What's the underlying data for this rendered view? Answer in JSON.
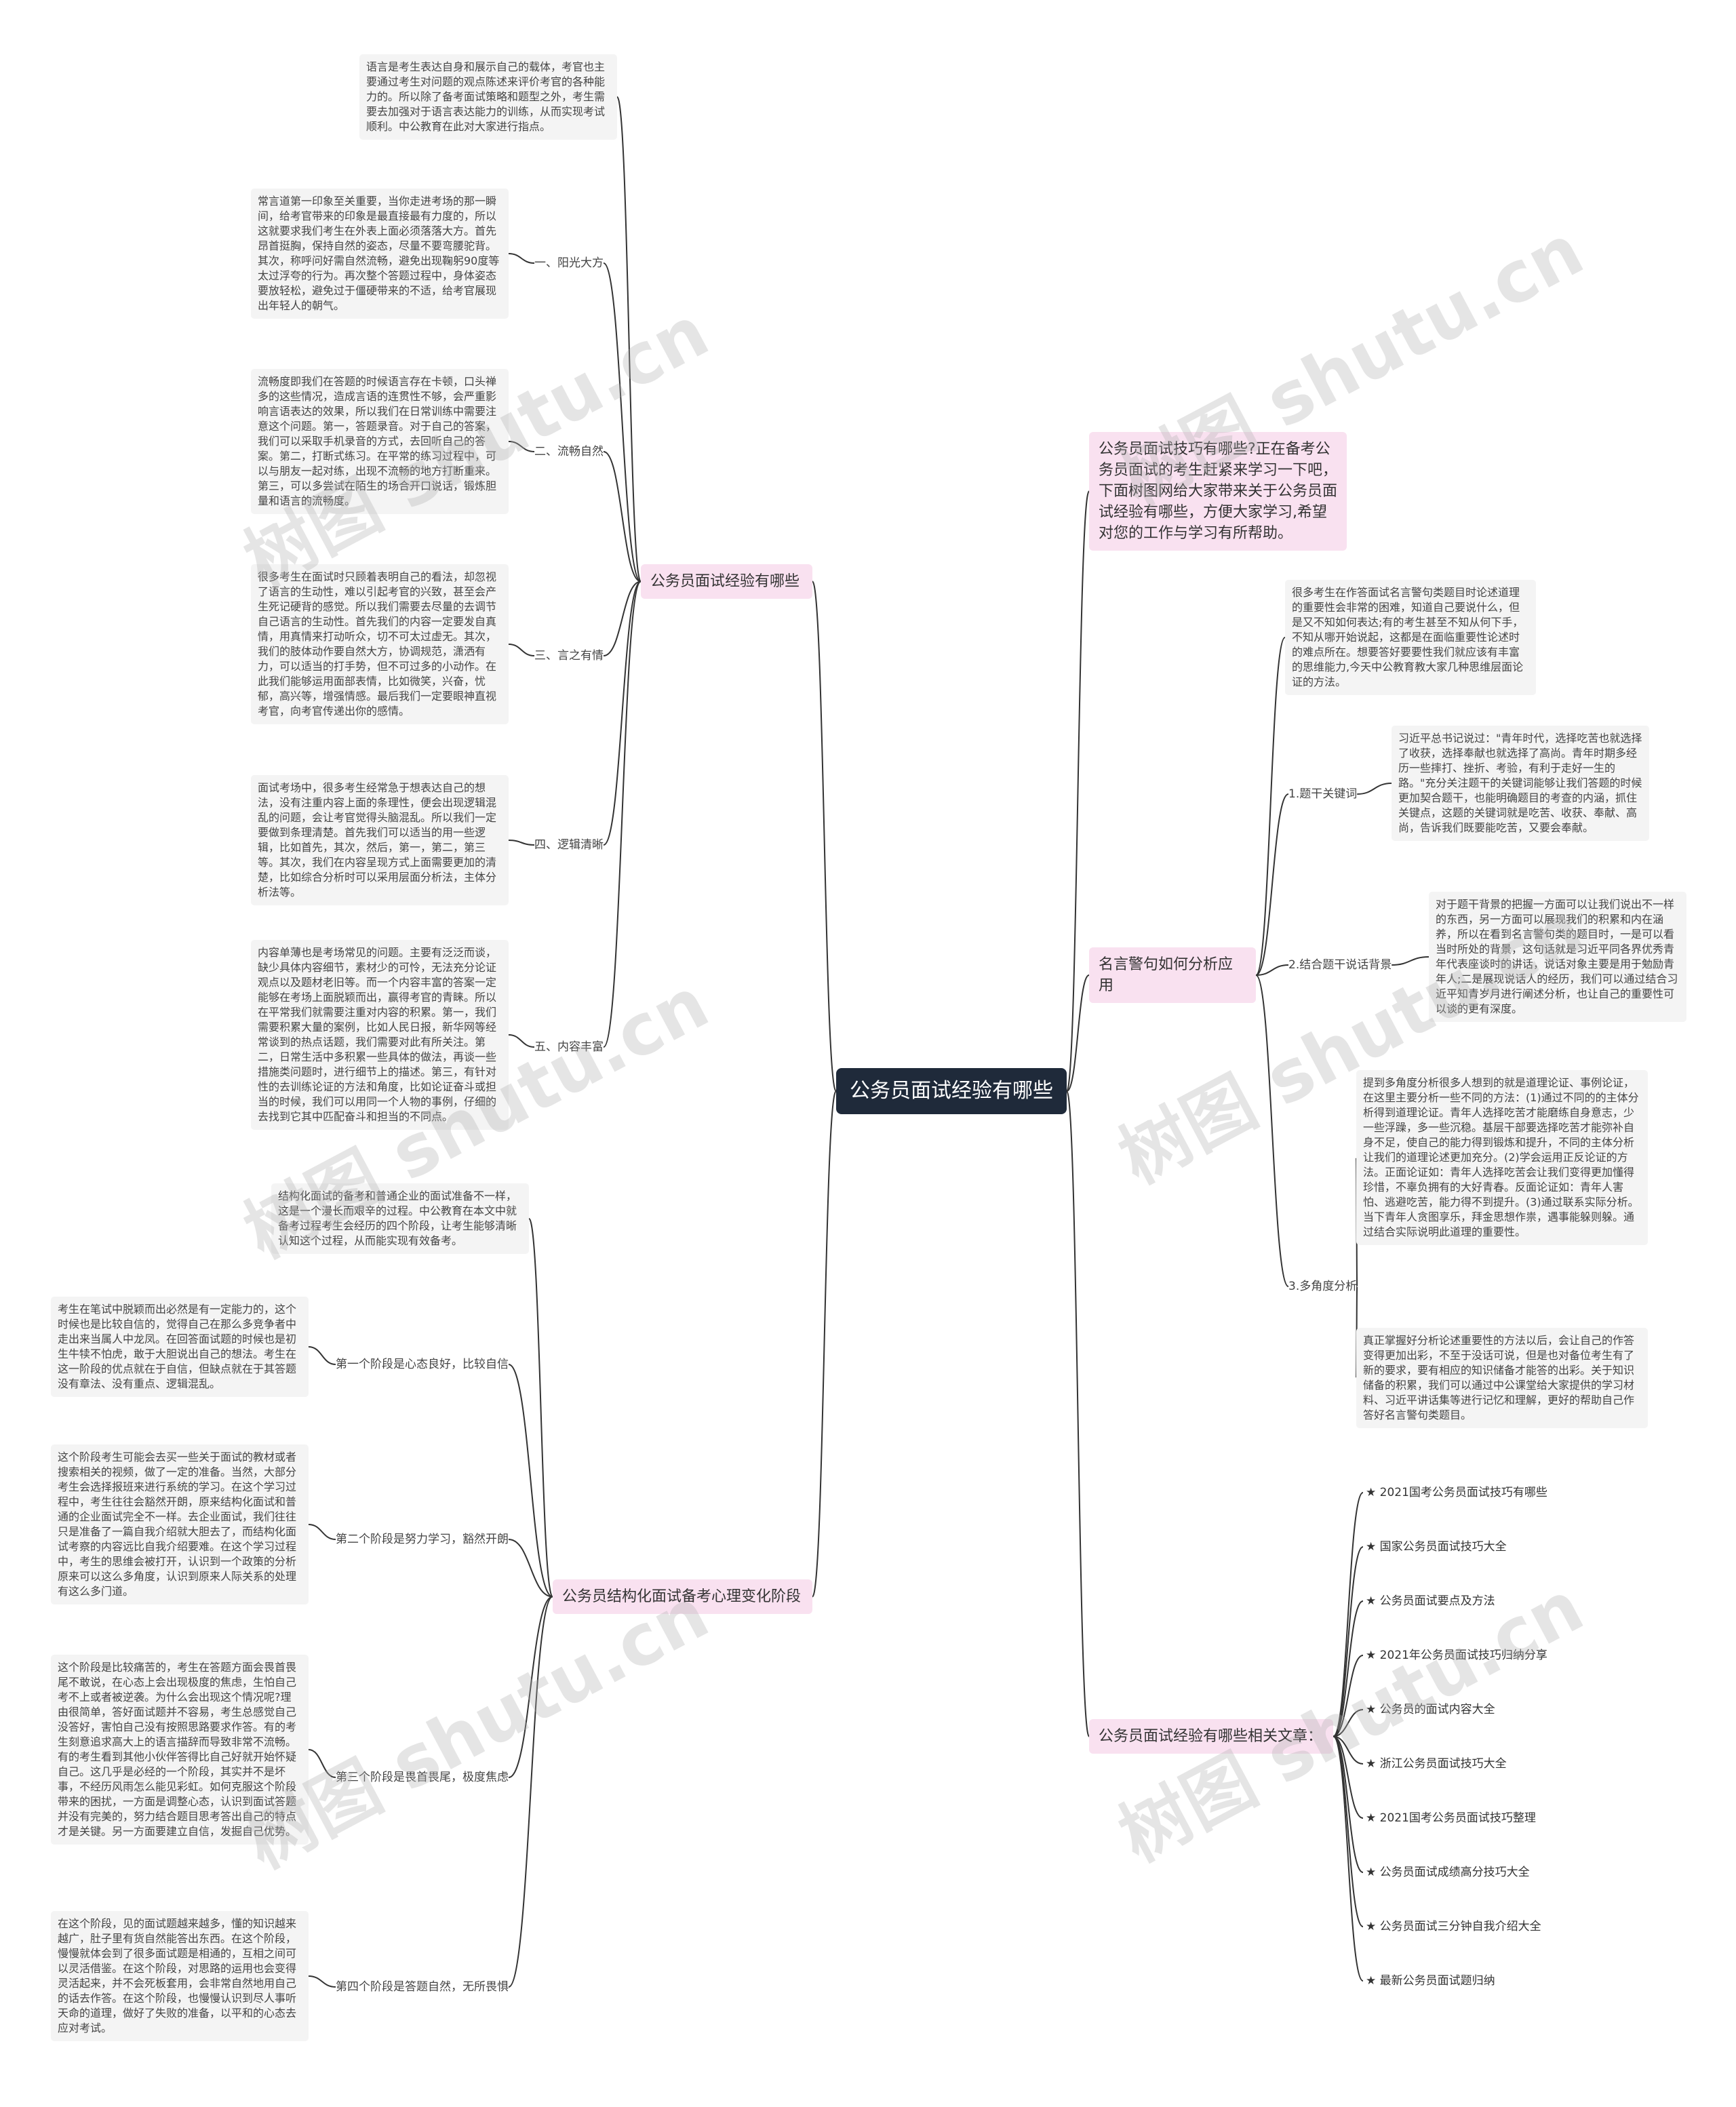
{
  "root": {
    "label": "公务员面试经验有哪些"
  },
  "branch1": {
    "label": "公务员面试经验有哪些",
    "intro": "语言是考生表达自身和展示自己的载体，考官也主要通过考生对问题的观点陈述来评价考官的各种能力的。所以除了备考面试策略和题型之外，考生需要去加强对于语言表达能力的训练，从而实现考试顺利。中公教育在此对大家进行指点。",
    "items": [
      {
        "label": "一、阳光大方",
        "text": "常言道第一印象至关重要，当你走进考场的那一瞬间，给考官带来的印象是最直接最有力度的，所以这就要求我们考生在外表上面必须落落大方。首先昂首挺胸，保持自然的姿态，尽量不要弯腰驼背。其次，称呼问好需自然流畅，避免出现鞠躬90度等太过浮夸的行为。再次整个答题过程中，身体姿态要放轻松，避免过于僵硬带来的不适，给考官展现出年轻人的朝气。"
      },
      {
        "label": "二、流畅自然",
        "text": "流畅度即我们在答题的时候语言存在卡顿，口头禅多的这些情况，造成言语的连贯性不够，会严重影响言语表达的效果，所以我们在日常训练中需要注意这个问题。第一，答题录音。对于自己的答案，我们可以采取手机录音的方式，去回听自己的答案。第二，打断式练习。在平常的练习过程中，可以与朋友一起对练，出现不流畅的地方打断重来。第三，可以多尝试在陌生的场合开口说话，锻炼胆量和语言的流畅度。"
      },
      {
        "label": "三、言之有情",
        "text": "很多考生在面试时只顾着表明自己的看法，却忽视了语言的生动性，难以引起考官的兴致，甚至会产生死记硬背的感觉。所以我们需要去尽量的去调节自己语言的生动性。首先我们的内容一定要发自真情，用真情来打动听众，切不可太过虚无。其次，我们的肢体动作要自然大方，协调规范，潇洒有力，可以适当的打手势，但不可过多的小动作。在此我们能够运用面部表情，比如微笑，兴奋，忧郁，高兴等，增强情感。最后我们一定要眼神直视考官，向考官传递出你的感情。"
      },
      {
        "label": "四、逻辑清晰",
        "text": "面试考场中，很多考生经常急于想表达自己的想法，没有注重内容上面的条理性，便会出现逻辑混乱的问题，会让考官觉得头脑混乱。所以我们一定要做到条理清楚。首先我们可以适当的用一些逻辑，比如首先，其次，然后，第一，第二，第三等。其次，我们在内容呈现方式上面需要更加的清楚，比如综合分析时可以采用层面分析法，主体分析法等。"
      },
      {
        "label": "五、内容丰富",
        "text": "内容单薄也是考场常见的问题。主要有泛泛而谈，缺少具体内容细节，素材少的可怜，无法充分论证观点以及题材老旧等。而一个内容丰富的答案一定能够在考场上面脱颖而出，赢得考官的青睐。所以在平常我们就需要注重对内容的积累。第一，我们需要积累大量的案例，比如人民日报，新华网等经常谈到的热点话题，我们需要对此有所关注。第二，日常生活中多积累一些具体的做法，再谈一些措施类问题时，进行细节上的描述。第三，有针对性的去训练论证的方法和角度，比如论证奋斗或担当的时候，我们可以用同一个人物的事例，仔细的去找到它其中匹配奋斗和担当的不同点。"
      }
    ]
  },
  "branch2": {
    "label": "公务员结构化面试备考心理变化阶段",
    "intro": "结构化面试的备考和普通企业的面试准备不一样，这是一个漫长而艰辛的过程。中公教育在本文中就备考过程考生会经历的四个阶段，让考生能够清晰认知这个过程，从而能实现有效备考。",
    "items": [
      {
        "label": "第一个阶段是心态良好，比较自信",
        "text": "考生在笔试中脱颖而出必然是有一定能力的，这个时候也是比较自信的，觉得自己在那么多竞争者中走出来当属人中龙凤。在回答面试题的时候也是初生牛犊不怕虎，敢于大胆说出自己的想法。考生在这一阶段的优点就在于自信，但缺点就在于其答题没有章法、没有重点、逻辑混乱。"
      },
      {
        "label": "第二个阶段是努力学习，豁然开朗",
        "text": "这个阶段考生可能会去买一些关于面试的教材或者搜索相关的视频，做了一定的准备。当然，大部分考生会选择报班来进行系统的学习。在这个学习过程中，考生往往会豁然开朗，原来结构化面试和普通的企业面试完全不一样。去企业面试，我们往往只是准备了一篇自我介绍就大胆去了，而结构化面试考察的内容远比自我介绍要难。在这个学习过程中，考生的思维会被打开，认识到一个政策的分析原来可以这么多角度，认识到原来人际关系的处理有这么多门道。"
      },
      {
        "label": "第三个阶段是畏首畏尾，极度焦虑",
        "text": "这个阶段是比较痛苦的，考生在答题方面会畏首畏尾不敢说，在心态上会出现极度的焦虑，生怕自己考不上或者被逆袭。为什么会出现这个情况呢?理由很简单，答好面试题并不容易，考生总感觉自己没答好，害怕自己没有按照思路要求作答。有的考生刻意追求高大上的语言描辞而导致非常不流畅。有的考生看到其他小伙伴答得比自己好就开始怀疑自己。这几乎是必经的一个阶段，其实并不是坏事，不经历风雨怎么能见彩虹。如何克服这个阶段带来的困扰，一方面是调整心态，认识到面试答题并没有完美的，努力结合题目思考答出自己的特点才是关键。另一方面要建立自信，发掘自己优势。"
      },
      {
        "label": "第四个阶段是答题自然，无所畏惧",
        "text": "在这个阶段，见的面试题越来越多，懂的知识越来越广，肚子里有货自然能答出东西。在这个阶段，慢慢就体会到了很多面试题是相通的，互相之间可以灵活借鉴。在这个阶段，对思路的运用也会变得灵活起来，并不会死板套用，会非常自然地用自己的话去作答。在这个阶段，也慢慢认识到尽人事听天命的道理，做好了失败的准备，以平和的心态去应对考试。"
      }
    ]
  },
  "branch3": {
    "label": "公务员面试技巧有哪些?正在备考公务员面试的考生赶紧来学习一下吧，下面树图网给大家带来关于公务员面试经验有哪些，方便大家学习,希望对您的工作与学习有所帮助。"
  },
  "branch4": {
    "label": "名言警句如何分析应用",
    "intro": "很多考生在作答面试名言警句类题目时论述道理的重要性会非常的困难，知道自己要说什么，但是又不知如何表达;有的考生甚至不知从何下手，不知从哪开始说起，这都是在面临重要性论述时的难点所在。想要答好要要性我们就应该有丰富的思维能力,今天中公教育教大家几种思维层面论证的方法。",
    "items": [
      {
        "label": "1.题干关键词",
        "texts": [
          "习近平总书记说过：\"青年时代，选择吃苦也就选择了收获，选择奉献也就选择了高尚。青年时期多经历一些摔打、挫折、考验，有利于走好一生的路。\"充分关注题干的关键词能够让我们答题的时候更加契合题干，也能明确题目的考查的内涵，抓住关键点，这题的关键词就是吃苦、收获、奉献、高尚，告诉我们既要能吃苦，又要会奉献。"
        ]
      },
      {
        "label": "2.结合题干说话背景",
        "texts": [
          "对于题干背景的把握一方面可以让我们说出不一样的东西，另一方面可以展现我们的积累和内在涵养，所以在看到名言警句类的题目时，一是可以看当时所处的背景，这句话就是习近平同各界优秀青年代表座谈时的讲话，说话对象主要是用于勉励青年人;二是展现说话人的经历，我们可以通过结合习近平知青岁月进行阐述分析，也让自己的重要性可以谈的更有深度。"
        ]
      },
      {
        "label": "3.多角度分析",
        "texts": [
          "提到多角度分析很多人想到的就是道理论证、事例论证，在这里主要分析一些不同的方法：(1)通过不同的的主体分析得到道理论证。青年人选择吃苦才能磨练自身意志，少一些浮躁，多一些沉稳。基层干部要选择吃苦才能弥补自身不足，使自己的能力得到锻炼和提升，不同的主体分析让我们的道理论述更加充分。(2)学会运用正反论证的方法。正面论证如：青年人选择吃苦会让我们变得更加懂得珍惜，不辜负拥有的大好青春。反面论证如：青年人害怕、逃避吃苦，能力得不到提升。(3)通过联系实际分析。当下青年人贪图享乐，拜金思想作祟，遇事能躲则躲。通过结合实际说明此道理的重要性。",
          "真正掌握好分析论述重要性的方法以后，会让自己的作答变得更加出彩，不至于没话可说，但是也对备位考生有了新的要求，要有相应的知识储备才能答的出彩。关于知识储备的积累，我们可以通过中公课堂给大家提供的学习材料、习近平讲话集等进行记忆和理解，更好的帮助自己作答好名言警句类题目。"
        ]
      }
    ]
  },
  "branch5": {
    "label": "公务员面试经验有哪些相关文章：",
    "links": [
      "★ 2021国考公务员面试技巧有哪些",
      "★ 国家公务员面试技巧大全",
      "★ 公务员面试要点及方法",
      "★ 2021年公务员面试技巧归纳分享",
      "★ 公务员的面试内容大全",
      "★ 浙江公务员面试技巧大全",
      "★ 2021国考公务员面试技巧整理",
      "★ 公务员面试成绩高分技巧大全",
      "★ 公务员面试三分钟自我介绍大全",
      "★ 最新公务员面试题归纳"
    ]
  },
  "watermark": "树图 shutu.cn",
  "colors": {
    "root_bg": "#1f2a3a",
    "branch_bg": "#f9e1f0",
    "leaf_bg": "#f4f4f4",
    "line": "#333333"
  }
}
